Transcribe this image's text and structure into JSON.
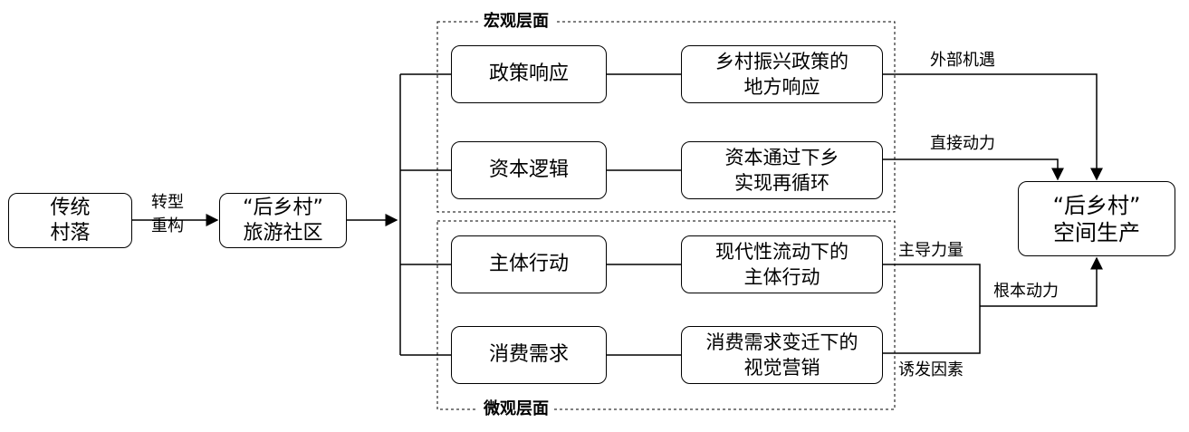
{
  "nodes": {
    "traditional_village": [
      "传统",
      "村落"
    ],
    "tourism_community": [
      "“后乡村”",
      "旅游社区"
    ],
    "policy_response": "政策响应",
    "capital_logic": "资本逻辑",
    "subject_action": "主体行动",
    "consumption_demand": "消费需求",
    "rural_policy_local": [
      "乡村振兴政策的",
      "地方响应"
    ],
    "capital_cycle": [
      "资本通过下乡",
      "实现再循环"
    ],
    "modern_flow_action": [
      "现代性流动下的",
      "主体行动"
    ],
    "visual_marketing": [
      "消费需求变迁下的",
      "视觉营销"
    ],
    "space_production": [
      "“后乡村”",
      "空间生产"
    ]
  },
  "groups": {
    "macro": "宏观层面",
    "micro": "微观层面"
  },
  "edge_labels": {
    "transform": [
      "转型",
      "重构"
    ],
    "external_opportunity": "外部机遇",
    "direct_power": "直接动力",
    "leading_force": "主导力量",
    "fundamental_power": "根本动力",
    "inducing_factor": "诱发因素"
  }
}
